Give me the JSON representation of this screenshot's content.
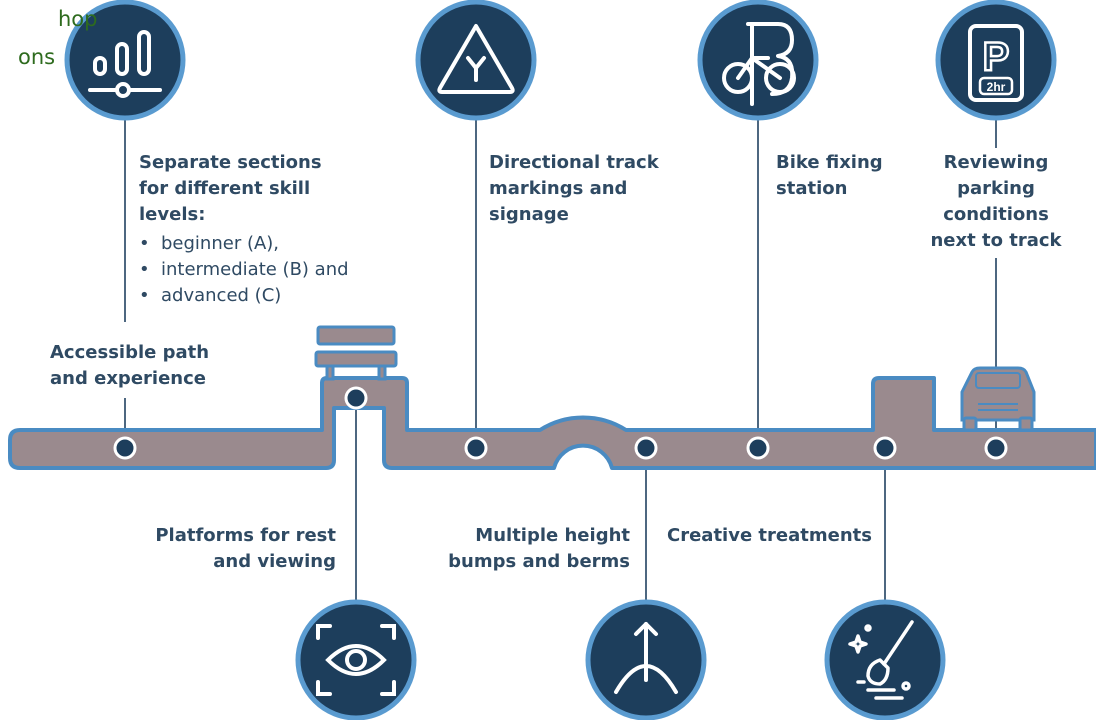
{
  "header_fragment": {
    "line1": "hop",
    "line2": "ons"
  },
  "features": {
    "skill_sections": {
      "title": [
        "Separate sections",
        "for different skill",
        "levels:"
      ],
      "items": [
        "beginner (A),",
        "intermediate (B) and",
        "advanced (C)"
      ],
      "icon": "bar-chart-slider-icon"
    },
    "accessible_path": {
      "lines": [
        "Accessible path",
        "and experience"
      ]
    },
    "directional": {
      "lines": [
        "Directional track",
        "markings and",
        "signage"
      ],
      "icon": "y-junction-sign-icon"
    },
    "bike_fixing": {
      "lines": [
        "Bike fixing",
        "station"
      ],
      "icon": "bicycle-repair-icon"
    },
    "parking": {
      "lines": [
        "Reviewing",
        "parking",
        "conditions",
        "next to track"
      ],
      "icon": "parking-2hr-sign-icon",
      "sign_letter": "P",
      "sign_time": "2hr"
    },
    "platforms": {
      "lines": [
        "Platforms for rest",
        "and viewing"
      ],
      "icon": "eye-viewfinder-icon"
    },
    "bumps": {
      "lines": [
        "Multiple height",
        "bumps and berms"
      ],
      "icon": "arrow-over-bump-icon"
    },
    "creative": {
      "lines": [
        "Creative treatments"
      ],
      "icon": "paint-brush-icon"
    }
  },
  "colors": {
    "track_fill": "#9a8a8e",
    "track_outline": "#4a8bc2",
    "circle_fill": "#1d3e5c",
    "circle_ring": "#5a9bd0",
    "text": "#2f4a63",
    "header_green": "#2e6b1e"
  }
}
